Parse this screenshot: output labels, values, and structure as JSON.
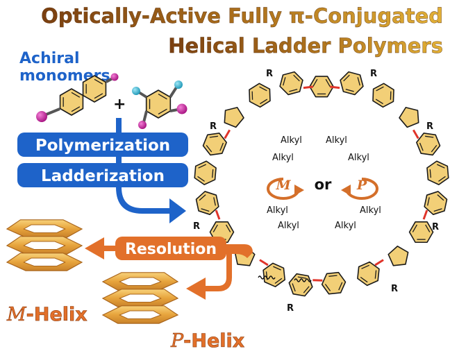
{
  "title": {
    "line1": "Optically-Active Fully π-Conjugated",
    "line2": "Helical Ladder Polymers"
  },
  "monomers": {
    "label_line1": "Achiral",
    "label_line2": "monomers",
    "plus": "+"
  },
  "process": {
    "step1": "Polymerization",
    "step2": "Ladderization",
    "resolution": "Resolution"
  },
  "polymer": {
    "substituent": "R",
    "alkyl": "Alkyl",
    "helix_m": "M",
    "or": "or",
    "helix_p": "P"
  },
  "helices": {
    "m_prefix": "M",
    "m_suffix": "-Helix",
    "p_prefix": "P",
    "p_suffix": "-Helix"
  },
  "colors": {
    "title_gradient_start": "#7a3f10",
    "title_gradient_end": "#e3b136",
    "blue": "#1e63c9",
    "orange": "#e2702a",
    "ring_fill": "#f2cf77",
    "ring_stroke": "#1a1a1a",
    "red_bond": "#e0342a",
    "magenta_atom": "#c0249e",
    "cyan_atom": "#2fb4d6",
    "helix_gold": "#e9ad44"
  }
}
